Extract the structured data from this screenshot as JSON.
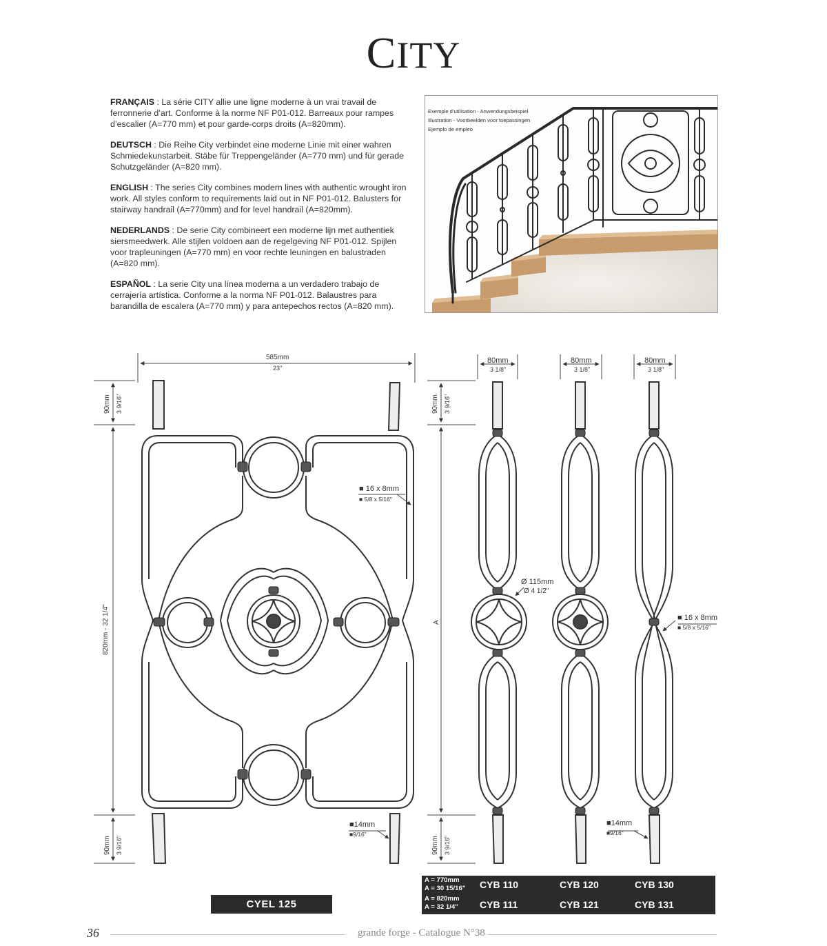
{
  "title": {
    "first": "C",
    "rest": "ITY"
  },
  "paragraphs": [
    {
      "lang": "FRANÇAIS",
      "text": " : La série CITY allie une ligne moderne à un vrai travail de ferronnerie d’art. Conforme à la norme NF P01-012. Barreaux pour rampes d’escalier (A=770 mm) et pour garde-corps droits (A=820mm)."
    },
    {
      "lang": "DEUTSCH",
      "text": " : Die Reihe City verbindet eine moderne Linie mit einer wahren Schmiedekunstarbeit. Stäbe für Treppengeländer (A=770 mm) und für gerade Schutzgeländer (A=820 mm)."
    },
    {
      "lang": "ENGLISH",
      "text": " : The series City combines modern lines with authentic wrought iron work. All styles conform to requirements laid out in NF P01-012. Balusters for stairway handrail (A=770mm) and for level handrail (A=820mm)."
    },
    {
      "lang": "NEDERLANDS",
      "text": " : De serie City combineert een moderne lijn met authentiek siersmeedwerk. Alle stijlen voldoen aan de regelgeving NF P01-012. Spijlen voor trapleuningen (A=770 mm) en voor rechte leuningen en balustraden (A=820 mm)."
    },
    {
      "lang": "ESPAÑOL",
      "text": " : La serie City una línea moderna a un verdadero trabajo de cerrajería artística. Conforme a la norma NF P01-012. Balaustres para barandilla de escalera (A=770 mm) y para antepechos rectos (A=820 mm)."
    }
  ],
  "photo_caption": [
    "Exemple d’utilisation - Anwendungsbeispiel",
    "Illustration - Voorbeelden voor toepassingen",
    "Ejemplo de empleo"
  ],
  "dims": {
    "panel_width_mm": "585mm",
    "panel_width_in": "23\"",
    "top_mm": "90mm",
    "top_in": "3 9/16\"",
    "height": "820mm - 32 1/4\"",
    "bottom_mm": "90mm",
    "bottom_in": "3 9/16\"",
    "bar_mm": "16 x 8mm",
    "bar_in": "5/8 x 5/16\"",
    "stub_mm": "14mm",
    "stub_in": "9/16\"",
    "baluster_w_mm": "80mm",
    "baluster_w_in": "3 1/8\"",
    "a_label": "A",
    "ring_mm": "Ø 115mm",
    "ring_in": "Ø 4 1/2\"",
    "bal_bar_mm": "16 x 8mm",
    "bal_bar_in": "5/8 x 5/16\"",
    "bal_stub_mm": "14mm",
    "bal_stub_in": "9/16\"",
    "bal_top_mm": "90mm",
    "bal_top_in": "3 9/16\"",
    "bal_bot_mm": "90mm",
    "bal_bot_in": "3 9/16\""
  },
  "panel_ref": "CYEL 125",
  "table": {
    "row1_a": [
      "A = 770mm",
      "A = 30 15/16\""
    ],
    "row2_a": [
      "A = 820mm",
      "A = 32 1/4\""
    ],
    "row1": [
      "CYB 110",
      "CYB 120",
      "CYB 130"
    ],
    "row2": [
      "CYB 111",
      "CYB 121",
      "CYB 131"
    ]
  },
  "footer": {
    "page": "36",
    "text": "grande forge - Catalogue N°38"
  }
}
